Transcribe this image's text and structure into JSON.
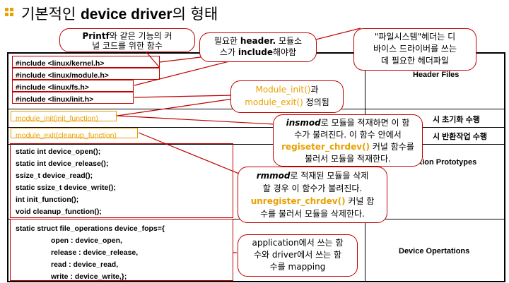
{
  "title": {
    "prefix": "기본적인",
    "bold": "device driver",
    "suffix": "의 형태"
  },
  "includes": [
    "#include <linux/kernel.h>",
    "#include <linux/module.h>",
    "#include <linux/fs.h>",
    "#include <linux/init.h>"
  ],
  "module_init_line": "module_init(init_function)",
  "module_exit_line": "module_exit(cleanup_function)",
  "prototypes": [
    "static int device_open();",
    "static int device_release();",
    "ssize_t device_read();",
    "static ssize_t device_write();",
    "int init_function();",
    "void cleanup_function();"
  ],
  "fops": [
    "static struct file_operations device_fops={",
    "open : device_open,",
    "release : device_release,",
    "read : device_read,",
    "write : device_write,};"
  ],
  "right_labels": {
    "header_files": "Header Files",
    "init_label": "시 초기화 수행",
    "exit_label": "시 반환작업 수행",
    "function_prototypes": "unction Prototypes",
    "device_operations": "Device Opertations"
  },
  "callouts": {
    "printf": {
      "l1a": "Printf",
      "l1b": "와 같은 기능의 커",
      "l2": "널 코드를 위한 함수"
    },
    "header": {
      "l1a": "필요한 ",
      "l1b": "header.",
      "l1c": " 모듈소",
      "l2a": "스가 ",
      "l2b": "include",
      "l2c": "해야함"
    },
    "filesystem": {
      "l1": "\"파일시스템\"헤더는 디",
      "l2": "바이스 드라이버를 쓰는",
      "l3": "데 필요한 헤더파일"
    },
    "module": {
      "l1a": "Module_init()",
      "l1b": "과",
      "l2a": "module_exit()",
      "l2b": " 정의됨"
    },
    "insmod": {
      "l1a": "insmod",
      "l1b": "로 모듈을 적재하면 이 함",
      "l2": "수가 불려진다. 이 함수 안에서",
      "l3a": "regiseter_chrdev()",
      "l3b": " 커널 함수를",
      "l4": "불러서 모듈을 적재한다."
    },
    "rmmod": {
      "l1a": "rmmod",
      "l1b": "로 적재된 모듈을 삭제",
      "l2": "할 경우 이 함수가 불려진다.",
      "l3a": "unregister_chrdev()",
      "l3b": " 커널 함",
      "l4": "수를 불러서 모듈을 삭제한다."
    },
    "application": {
      "l1": "application에서 쓰는 함",
      "l2": "수와 driver에서 쓰는 함",
      "l3": "수를 mapping"
    }
  }
}
